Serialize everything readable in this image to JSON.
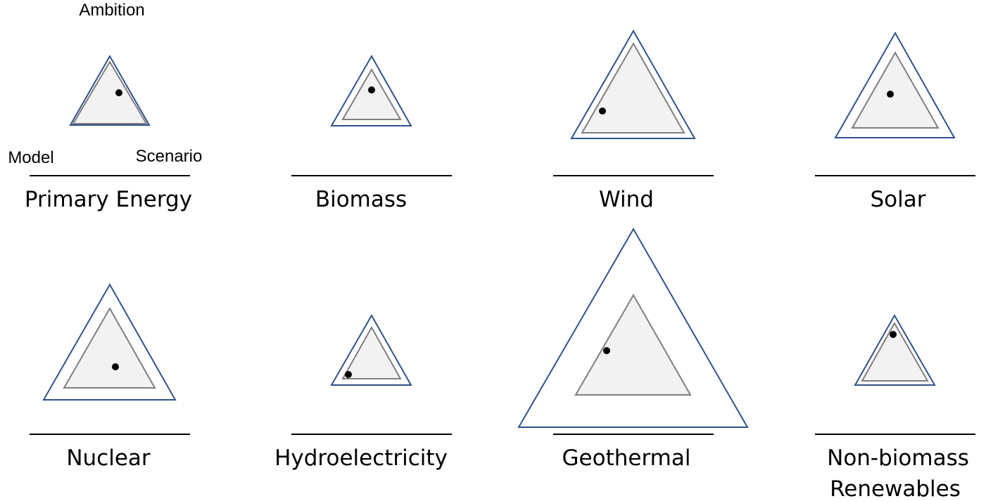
{
  "legend": {
    "top_vertex": "Ambition",
    "left_vertex": "Model",
    "right_vertex": "Scenario"
  },
  "colors": {
    "outer_triangle_stroke": "#2f528f",
    "inner_triangle_stroke": "#7f7f7f",
    "inner_triangle_fill": "#f2f2f2",
    "marker": "#000000"
  },
  "panels": [
    {
      "id": "primary-energy",
      "label_lines": [
        "Primary Energy"
      ]
    },
    {
      "id": "biomass",
      "label_lines": [
        "Biomass"
      ]
    },
    {
      "id": "wind",
      "label_lines": [
        "Wind"
      ]
    },
    {
      "id": "solar",
      "label_lines": [
        "Solar"
      ]
    },
    {
      "id": "nuclear",
      "label_lines": [
        "Nuclear"
      ]
    },
    {
      "id": "hydroelectricity",
      "label_lines": [
        "Hydroelectricity"
      ]
    },
    {
      "id": "geothermal",
      "label_lines": [
        "Geothermal"
      ]
    },
    {
      "id": "non-biomass-renewables",
      "label_lines": [
        "Non-biomass",
        "Renewables"
      ]
    }
  ]
}
